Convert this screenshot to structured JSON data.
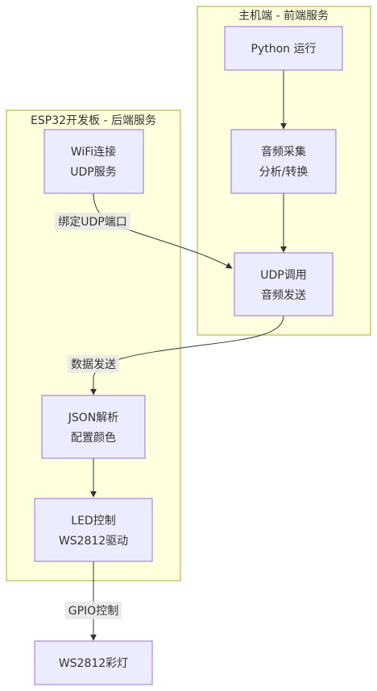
{
  "clusters": {
    "host": {
      "title": "主机端 - 前端服务"
    },
    "esp32": {
      "title": "ESP32开发板 - 后端服务"
    }
  },
  "nodes": {
    "python_run": {
      "lines": [
        "Python 运行"
      ]
    },
    "audio_capture": {
      "lines": [
        "音频采集",
        "分析/转换"
      ]
    },
    "udp_call": {
      "lines": [
        "UDP调用",
        "音频发送"
      ]
    },
    "wifi_udp": {
      "lines": [
        "WiFi连接",
        "UDP服务"
      ]
    },
    "json_parse": {
      "lines": [
        "JSON解析",
        "配置颜色"
      ]
    },
    "led_control": {
      "lines": [
        "LED控制",
        "WS2812驱动"
      ]
    },
    "ws2812_light": {
      "lines": [
        "WS2812彩灯"
      ]
    }
  },
  "edges": {
    "bind_udp_port": {
      "label": "绑定UDP端口"
    },
    "send_data": {
      "label": "数据发送"
    },
    "gpio_control": {
      "label": "GPIO控制"
    }
  }
}
